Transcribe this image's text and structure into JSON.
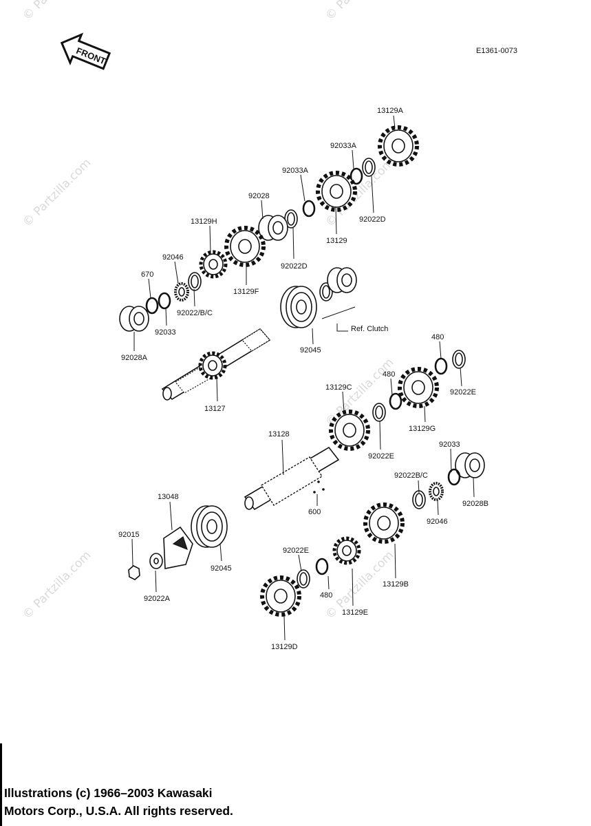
{
  "diagram_code": "E1361-0073",
  "front_label": "FRONT",
  "watermark": "© Partzilla.com",
  "ref_note": "Ref. Clutch",
  "parts": {
    "p13129A": "13129A",
    "p92033A_top": "92033A",
    "p92033A": "92033A",
    "p92028": "92028",
    "p13129H": "13129H",
    "p92022D_right": "92022D",
    "p13129": "13129",
    "p92046_top": "92046",
    "p670": "670",
    "p92022D": "92022D",
    "p13129F": "13129F",
    "p92022BC_top": "92022/B/C",
    "p92033_top": "92033",
    "p92028A": "92028A",
    "p92045_top": "92045",
    "p13127": "13127",
    "p480_top": "480",
    "p92022E_right": "92022E",
    "p480_mid": "480",
    "p13129C": "13129C",
    "p13129G": "13129G",
    "p92022E_mid": "92022E",
    "p13128": "13128",
    "p92033_right": "92033",
    "p92022BC_right": "92022B/C",
    "p92028B": "92028B",
    "p600": "600",
    "p92046_right": "92046",
    "p13048": "13048",
    "p92015": "92015",
    "p92045": "92045",
    "p92022A": "92022A",
    "p92022E_low": "92022E",
    "p480_low": "480",
    "p13129E": "13129E",
    "p13129B": "13129B",
    "p13129D": "13129D"
  },
  "copyright": {
    "line1": "Illustrations (c) 1966–2003 Kawasaki",
    "line2": "Motors Corp., U.S.A.  All rights reserved."
  }
}
